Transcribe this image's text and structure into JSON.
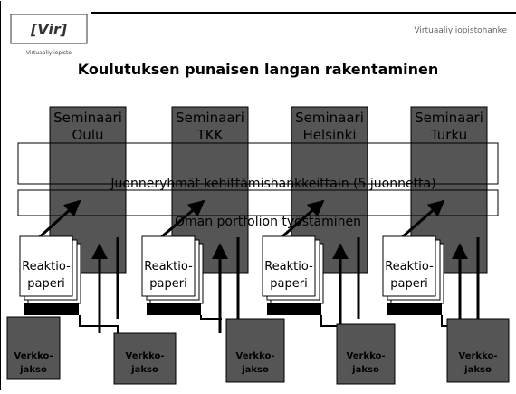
{
  "logo_text": "Virtuaaliyliopisto",
  "header_right": "Virtuaaliyliopistohanke",
  "title": "Koulutuksen punaisen langan rakentaminen",
  "seminars": [
    {
      "label_1": "Seminaari",
      "label_2": "Oulu"
    },
    {
      "label_1": "Seminaari",
      "label_2": "TKK"
    },
    {
      "label_1": "Seminaari",
      "label_2": "Helsinki"
    },
    {
      "label_1": "Seminaari",
      "label_2": "Turku"
    }
  ],
  "band_1_label": "Juonneryhmät kehittämishankkeittain (5 juonnetta)",
  "band_2_label": "Oman portfolion työstäminen",
  "reaction_papers": [
    {
      "line_1": "Reaktio-",
      "line_2": "paperi"
    },
    {
      "line_1": "Reaktio-",
      "line_2": "paperi"
    },
    {
      "line_1": "Reaktio-",
      "line_2": "paperi"
    },
    {
      "line_1": "Reaktio-",
      "line_2": "paperi"
    }
  ],
  "web_periods": [
    {
      "line_1": "Verkko-",
      "line_2": "jakso"
    },
    {
      "line_1": "Verkko-",
      "line_2": "jakso"
    },
    {
      "line_1": "Verkko-",
      "line_2": "jakso"
    },
    {
      "line_1": "Verkko-",
      "line_2": "jakso"
    },
    {
      "line_1": "Verkko-",
      "line_2": "jakso"
    }
  ],
  "colors": {
    "box_dark": "#555555",
    "ink": "#000000",
    "paper": "#ffffff"
  }
}
